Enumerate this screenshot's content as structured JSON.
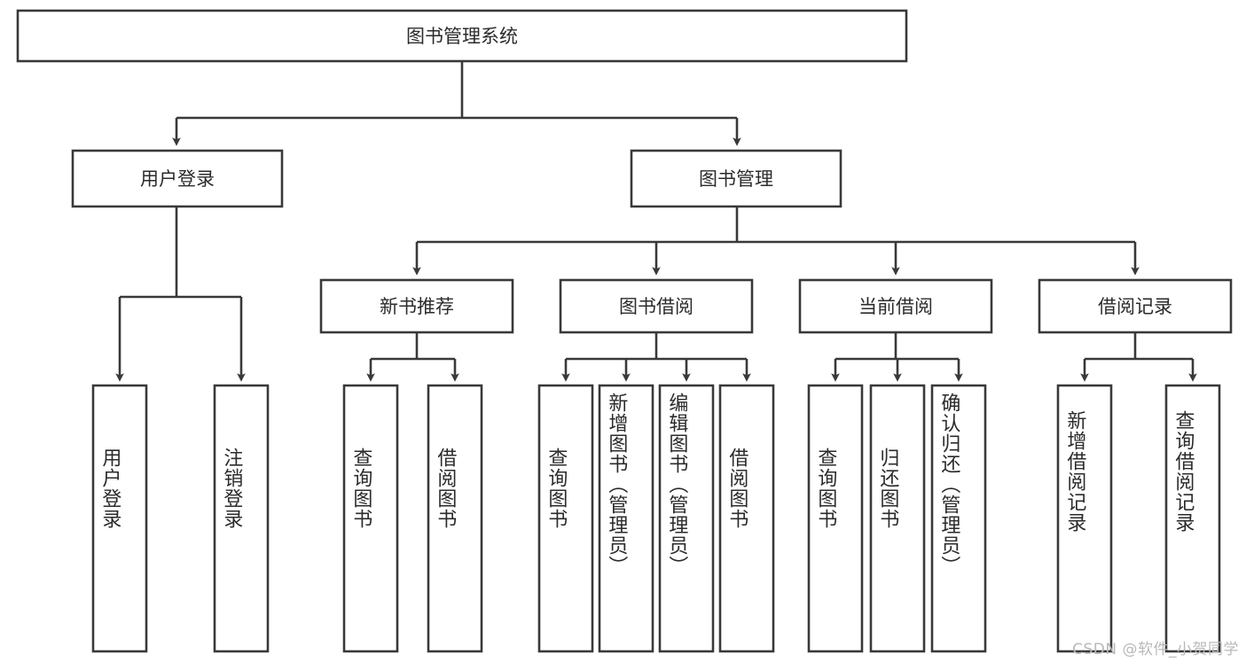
{
  "diagram": {
    "title": "图书管理系统",
    "type": "hierarchy-tree",
    "watermark": "CSDN @软件_小贺同学",
    "colors": {
      "stroke": "#393939",
      "box_fill": "#ffffff",
      "text": "#2b2b2b",
      "watermark": "#b9b9b9",
      "background": "#ffffff"
    },
    "root": {
      "label": "图书管理系统"
    },
    "level2": [
      {
        "label": "用户登录"
      },
      {
        "label": "图书管理"
      }
    ],
    "level3": [
      {
        "label": "新书推荐"
      },
      {
        "label": "图书借阅"
      },
      {
        "label": "当前借阅"
      },
      {
        "label": "借阅记录"
      }
    ],
    "leaves": {
      "user_login": [
        {
          "label": "用户登录"
        },
        {
          "label": "注销登录"
        }
      ],
      "new_book_recommend": [
        {
          "label": "查询图书"
        },
        {
          "label": "借阅图书"
        }
      ],
      "book_borrow": [
        {
          "label": "查询图书"
        },
        {
          "label": "新增图书（管理员）"
        },
        {
          "label": "编辑图书（管理员）"
        },
        {
          "label": "借阅图书"
        }
      ],
      "current_borrow": [
        {
          "label": "查询图书"
        },
        {
          "label": "归还图书"
        },
        {
          "label": "确认归还（管理员）"
        }
      ],
      "borrow_record": [
        {
          "label": "新增借阅记录"
        },
        {
          "label": "查询借阅记录"
        }
      ]
    }
  }
}
